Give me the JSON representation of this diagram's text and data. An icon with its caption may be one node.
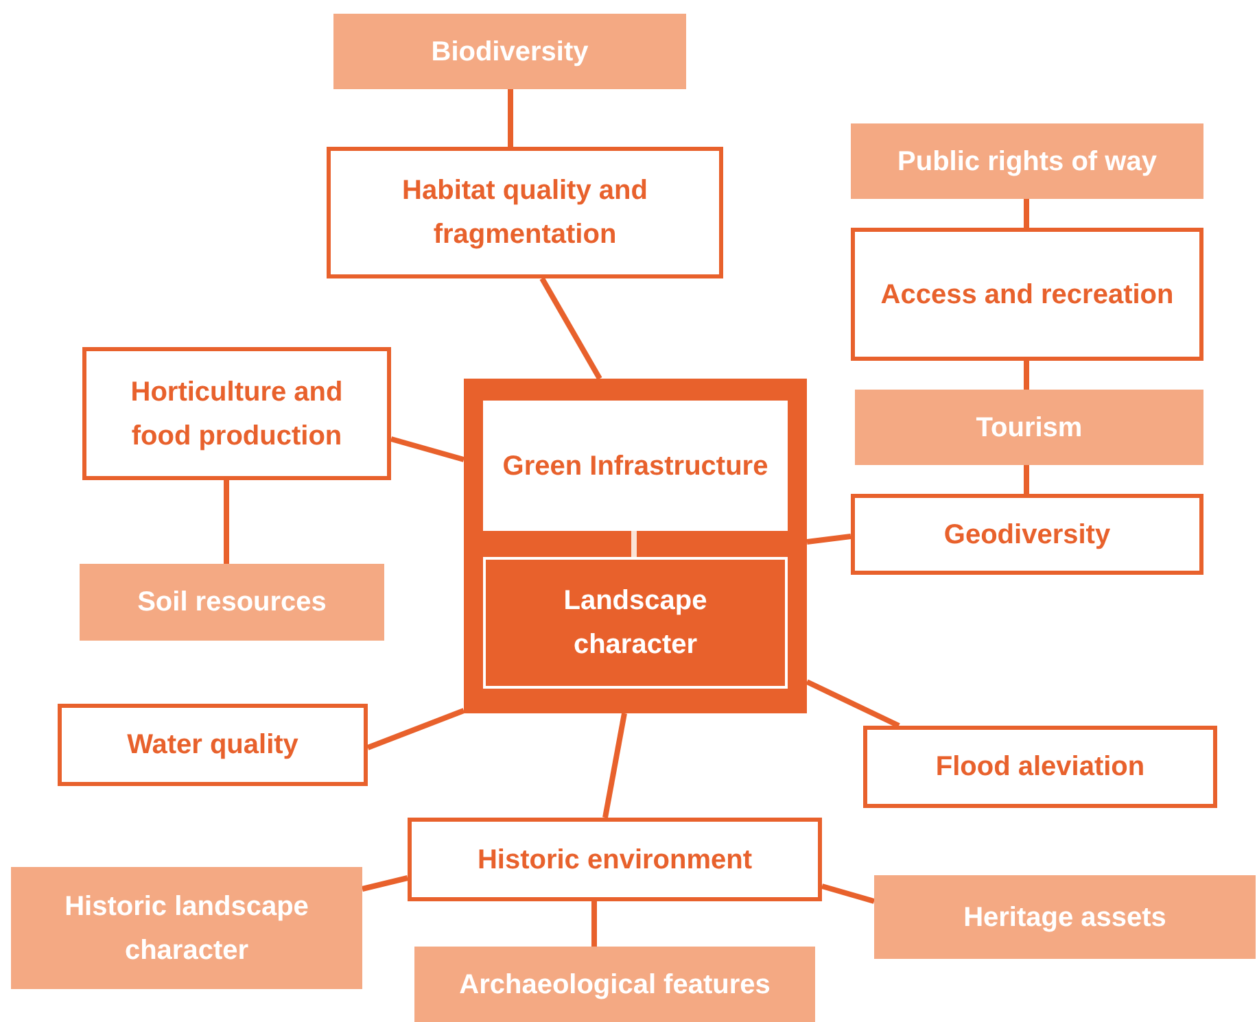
{
  "diagram": {
    "nodes": [
      {
        "text": [
          "Biodiversity"
        ]
      },
      {
        "text": [
          "Habitat quality and fragmentation"
        ]
      },
      {
        "text": [
          "Public rights of way"
        ]
      },
      {
        "text": [
          "Access and recreation"
        ]
      },
      {
        "text": [
          "Horticulture and food production"
        ]
      },
      {
        "text": [],
        "shape": "box"
      },
      {
        "text": [
          "Green Infrastructure"
        ],
        "in": 5
      },
      {
        "text": [
          "Tourism"
        ]
      },
      {
        "text": [
          "Geodiversity"
        ]
      },
      {
        "text": [
          "Landscape character"
        ],
        "in": 5
      },
      {
        "text": [
          "Soil resources"
        ]
      },
      {
        "text": [
          "Water quality"
        ]
      },
      {
        "text": [
          "Flood aleviation"
        ]
      },
      {
        "text": [
          "Historic environment"
        ]
      },
      {
        "text": [
          "Historic landscape character"
        ]
      },
      {
        "text": [
          "Heritage assets"
        ]
      },
      {
        "text": [
          "Archaeological features"
        ]
      }
    ],
    "edges": [
      {
        "from": 0,
        "to": 1,
        "arrow": "none"
      },
      {
        "from": 1,
        "to": 5,
        "arrow": "none"
      },
      {
        "from": 2,
        "to": 3,
        "arrow": "none"
      },
      {
        "from": 3,
        "to": 7,
        "arrow": "none"
      },
      {
        "from": 7,
        "to": 8,
        "arrow": "none"
      },
      {
        "from": 4,
        "to": 10,
        "arrow": "none"
      },
      {
        "from": 4,
        "to": 5,
        "arrow": "none"
      },
      {
        "from": 5,
        "to": 8,
        "arrow": "none"
      },
      {
        "from": 6,
        "to": 9,
        "arrow": "none",
        "color": "#fbe3d6"
      },
      {
        "from": 5,
        "to": 11,
        "arrow": "none"
      },
      {
        "from": 5,
        "to": 12,
        "arrow": "none"
      },
      {
        "from": 5,
        "to": 13,
        "arrow": "none"
      },
      {
        "from": 13,
        "to": 14,
        "arrow": "none"
      },
      {
        "from": 13,
        "to": 15,
        "arrow": "none"
      },
      {
        "from": 13,
        "to": 16,
        "arrow": "none"
      }
    ]
  }
}
